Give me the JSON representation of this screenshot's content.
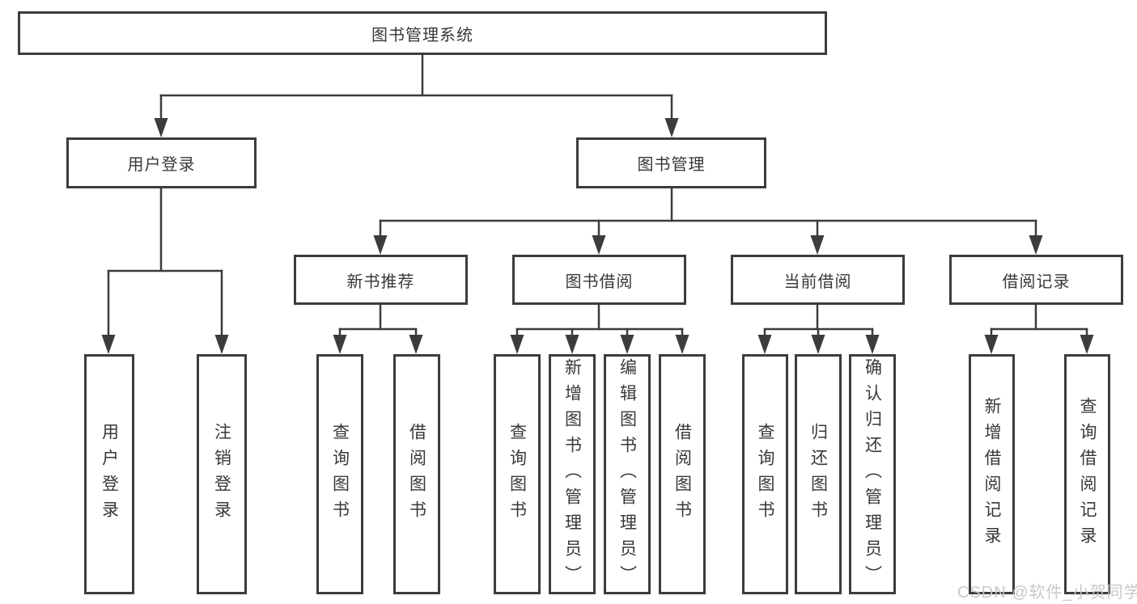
{
  "diagram_type": "hierarchy-tree",
  "root": {
    "label": "图书管理系统"
  },
  "branches": [
    {
      "label": "用户登录",
      "children": [
        {
          "label": "用户登录"
        },
        {
          "label": "注销登录"
        }
      ]
    },
    {
      "label": "图书管理",
      "children": [
        {
          "label": "新书推荐",
          "children": [
            {
              "label": "查询图书"
            },
            {
              "label": "借阅图书"
            }
          ]
        },
        {
          "label": "图书借阅",
          "children": [
            {
              "label": "查询图书"
            },
            {
              "label": "新增图书（管理员）"
            },
            {
              "label": "编辑图书（管理员）"
            },
            {
              "label": "借阅图书"
            }
          ]
        },
        {
          "label": "当前借阅",
          "children": [
            {
              "label": "查询图书"
            },
            {
              "label": "归还图书"
            },
            {
              "label": "确认归还（管理员）"
            }
          ]
        },
        {
          "label": "借阅记录",
          "children": [
            {
              "label": "新增借阅记录"
            },
            {
              "label": "查询借阅记录"
            }
          ]
        }
      ]
    }
  ],
  "watermark": "CSDN @软件_小贺同学",
  "colors": {
    "line": "#3c3c3c",
    "text": "#383838",
    "box_background": "#ffffff",
    "page_background": "#ffffff",
    "watermark": "#c5c5ca"
  }
}
